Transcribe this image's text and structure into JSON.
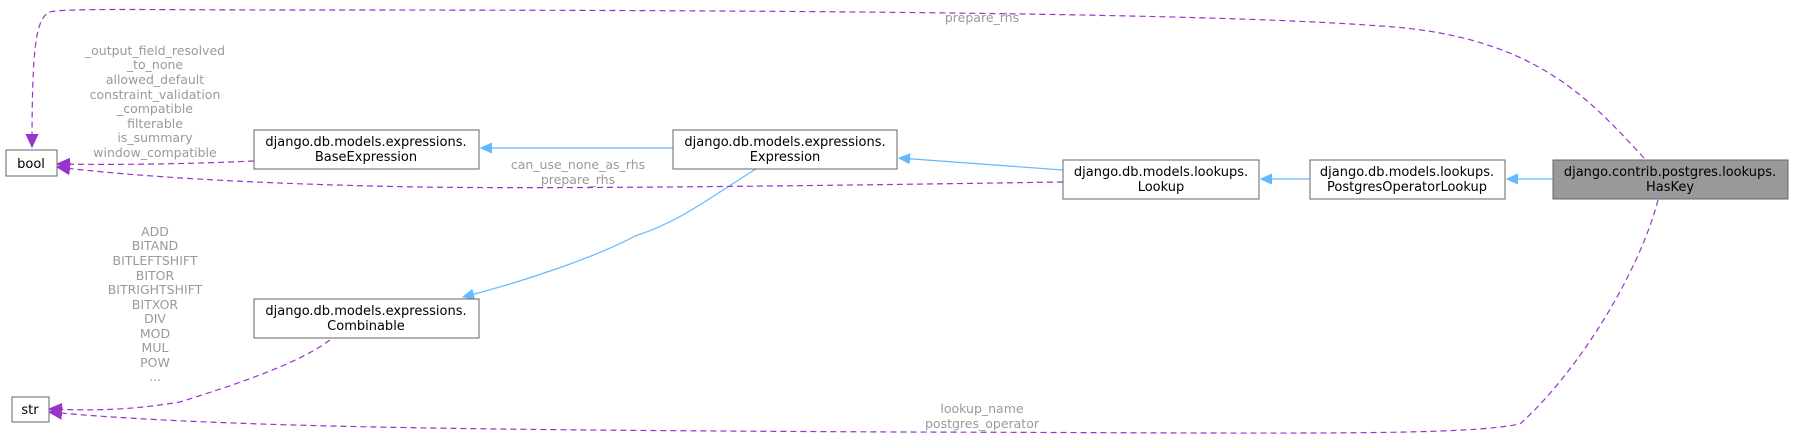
{
  "nodes": {
    "bool": {
      "lines": [
        "bool"
      ]
    },
    "str": {
      "lines": [
        "str"
      ]
    },
    "base_expression": {
      "lines": [
        "django.db.models.expressions.",
        "BaseExpression"
      ]
    },
    "expression": {
      "lines": [
        "django.db.models.expressions.",
        "Expression"
      ]
    },
    "combinable": {
      "lines": [
        "django.db.models.expressions.",
        "Combinable"
      ]
    },
    "lookup": {
      "lines": [
        "django.db.models.lookups.",
        "Lookup"
      ]
    },
    "postgres_operator_lookup": {
      "lines": [
        "django.db.models.lookups.",
        "PostgresOperatorLookup"
      ]
    },
    "has_key": {
      "lines": [
        "django.contrib.postgres.lookups.",
        "HasKey"
      ]
    }
  },
  "edge_labels": {
    "haskey_to_bool": [
      "prepare_rhs"
    ],
    "base_expression_to_bool": [
      "_output_field_resolved",
      "_to_none",
      "allowed_default",
      "constraint_validation",
      "_compatible",
      "filterable",
      "is_summary",
      "window_compatible"
    ],
    "lookup_to_bool": [
      "can_use_none_as_rhs",
      "prepare_rhs"
    ],
    "combinable_to_str": [
      "ADD",
      "BITAND",
      "BITLEFTSHIFT",
      "BITOR",
      "BITRIGHTSHIFT",
      "BITXOR",
      "DIV",
      "MOD",
      "MUL",
      "POW",
      "..."
    ],
    "haskey_to_str": [
      "lookup_name",
      "postgres_operator"
    ]
  },
  "colors": {
    "inheritance_edge": "#63b8ff",
    "usage_edge": "#9a32cd",
    "label_text": "#9a9a9a",
    "focus_node_fill": "#999999",
    "node_border": "#666666"
  }
}
